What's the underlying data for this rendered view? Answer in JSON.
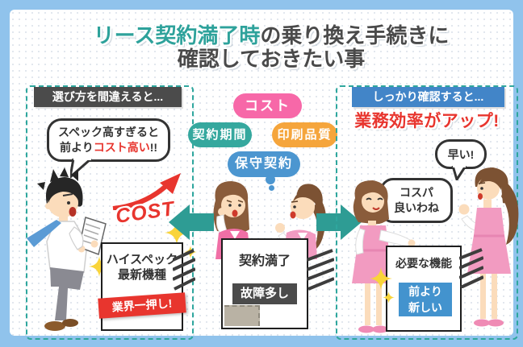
{
  "title": {
    "line1_highlight": "リース契約満了時",
    "line1_rest": "の乗り換え手続きに",
    "line2": "確認しておきたい事"
  },
  "left_panel": {
    "header": "選び方を間違えると...",
    "bubble_line1": "スペック高すぎると",
    "bubble_line2_prefix": "前より",
    "bubble_line2_red": "コスト高い",
    "bubble_line2_suffix": "!!",
    "cost_label": "COST",
    "box": {
      "line1": "ハイスペック",
      "line2": "最新機種",
      "badge": "業界一押し!"
    }
  },
  "center_panel": {
    "pills": [
      {
        "label": "コスト",
        "color": "#f768a8"
      },
      {
        "label": "契約期間",
        "color": "#35a89e"
      },
      {
        "label": "印刷品質",
        "color": "#f5a53c"
      },
      {
        "label": "保守契約",
        "color": "#4c96d0"
      }
    ],
    "box": {
      "title": "契約満了",
      "badge": "故障多し"
    }
  },
  "right_panel": {
    "header": "しっかり確認すると...",
    "headline": "業務効率がアップ!",
    "bubble_small": "早い!",
    "bubble_line1": "コスパ",
    "bubble_line2": "良いわね",
    "box": {
      "title": "必要な機能",
      "badge_line1": "前より",
      "badge_line2": "新しい"
    }
  },
  "colors": {
    "frame_blue": "#90c3ec",
    "accent_teal": "#2ea29b",
    "dashed_border_teal": "#2fa79e",
    "dark_gray": "#4b4b4b",
    "alert_red": "#e8352e",
    "header_blue": "#4285c8",
    "badge_blue": "#4393ce",
    "pill_pink": "#f768a8",
    "pill_teal": "#35a89e",
    "pill_orange": "#f5a53c",
    "pill_blue": "#4c96d0",
    "sparkle_yellow": "#f9d43a",
    "arrow_teal": "#2e9c94"
  }
}
